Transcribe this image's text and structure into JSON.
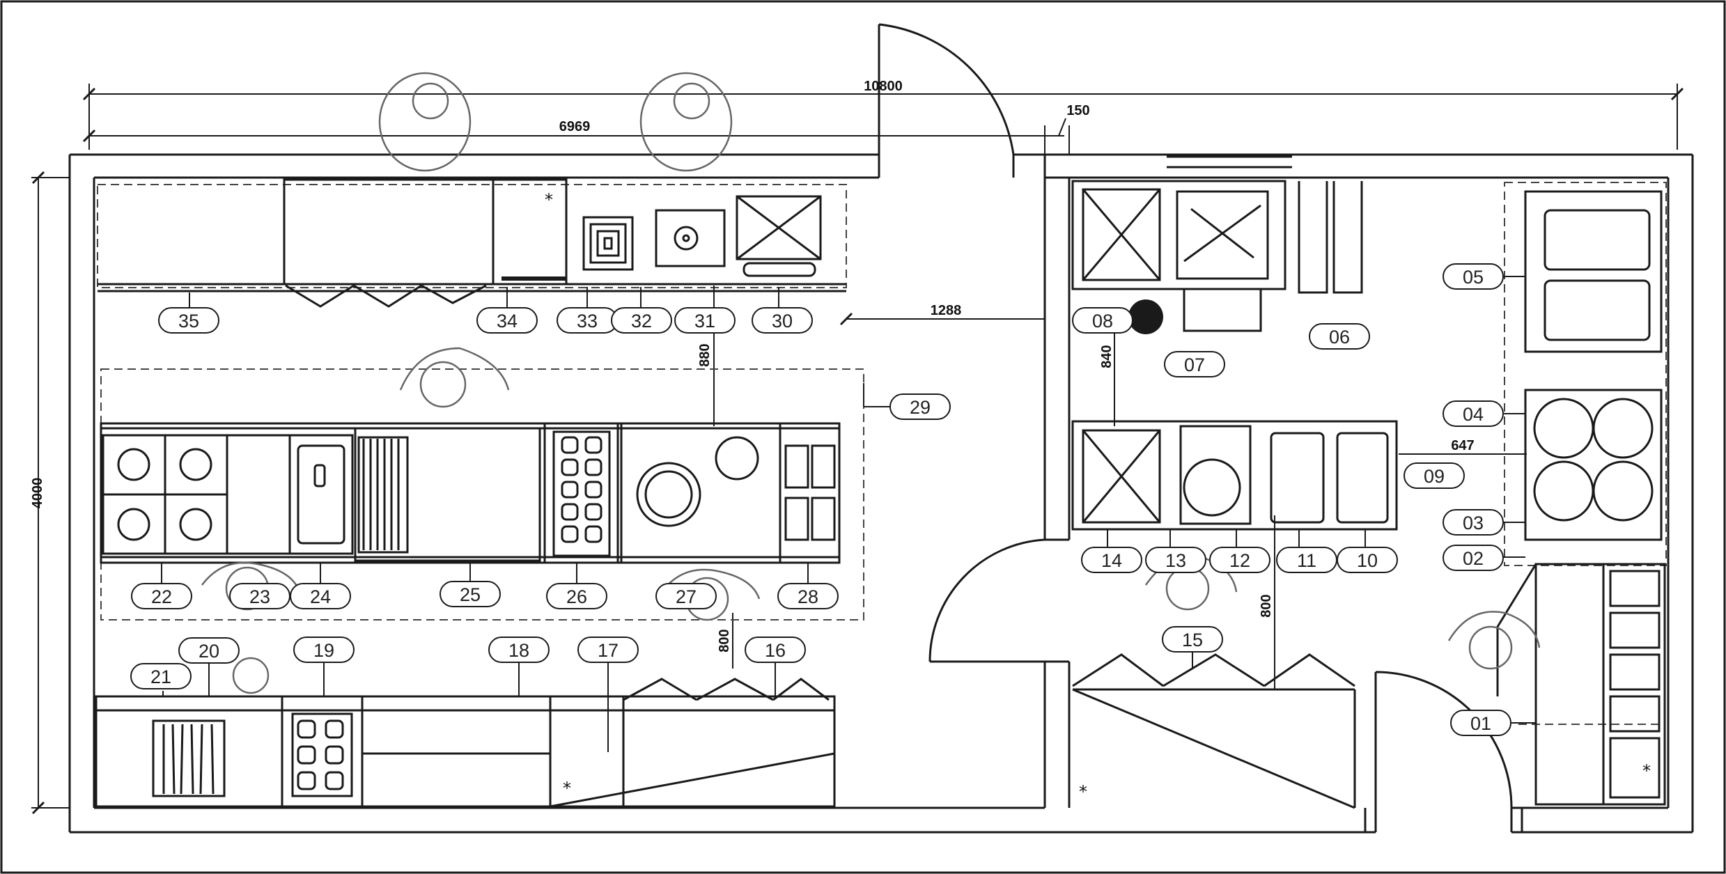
{
  "dimensions": {
    "overall_width": "10800",
    "left_width": "6969",
    "wall_gap": "150",
    "aisle_clearance": "1288",
    "height": "4000",
    "vertical_a": "840",
    "vertical_b": "880",
    "vertical_c": "800",
    "vertical_d": "800",
    "horizontal_e": "647"
  },
  "equipment_tags": [
    "01",
    "02",
    "03",
    "04",
    "05",
    "06",
    "07",
    "08",
    "09",
    "10",
    "11",
    "12",
    "13",
    "14",
    "15",
    "16",
    "17",
    "18",
    "19",
    "20",
    "21",
    "22",
    "23",
    "24",
    "25",
    "26",
    "27",
    "28",
    "29",
    "30",
    "31",
    "32",
    "33",
    "34",
    "35"
  ],
  "symbols": {
    "star": "*"
  },
  "colors": {
    "line": "#1a1a1a",
    "thin": "#444444",
    "paper": "#ffffff"
  }
}
